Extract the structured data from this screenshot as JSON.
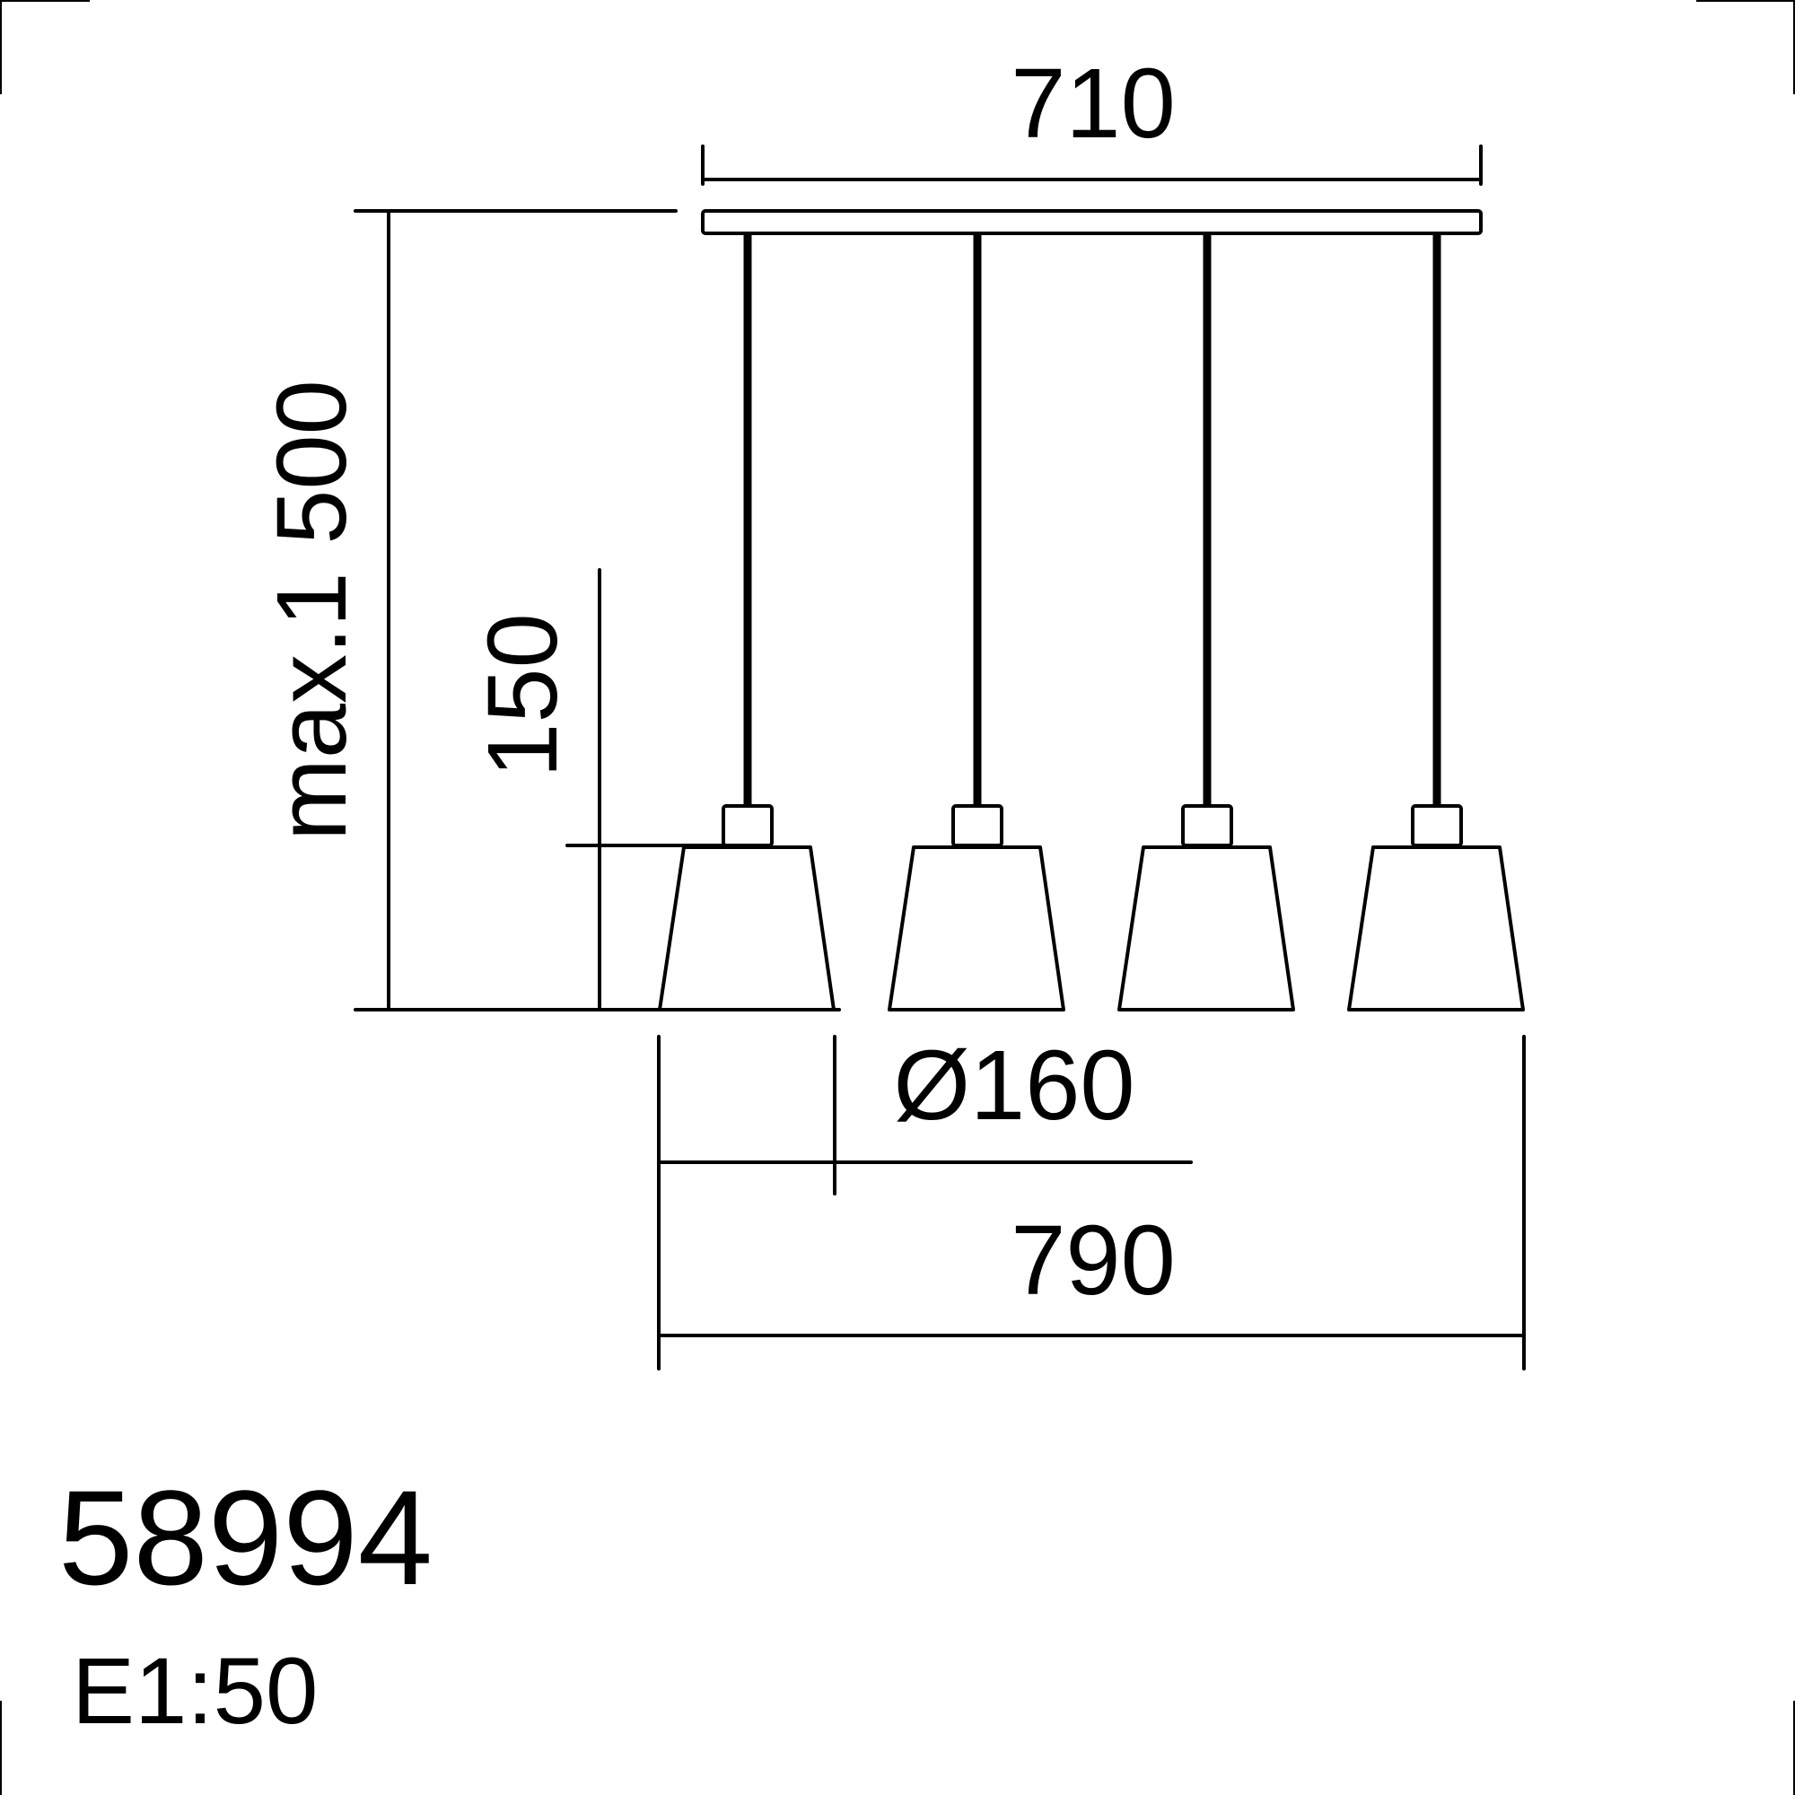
{
  "dimensions": {
    "top_width": "710",
    "overall_height": "max.1 500",
    "shade_height": "150",
    "shade_diameter": "Ø160",
    "overall_width": "790"
  },
  "product": {
    "number": "58994",
    "scale": "E1:50"
  }
}
